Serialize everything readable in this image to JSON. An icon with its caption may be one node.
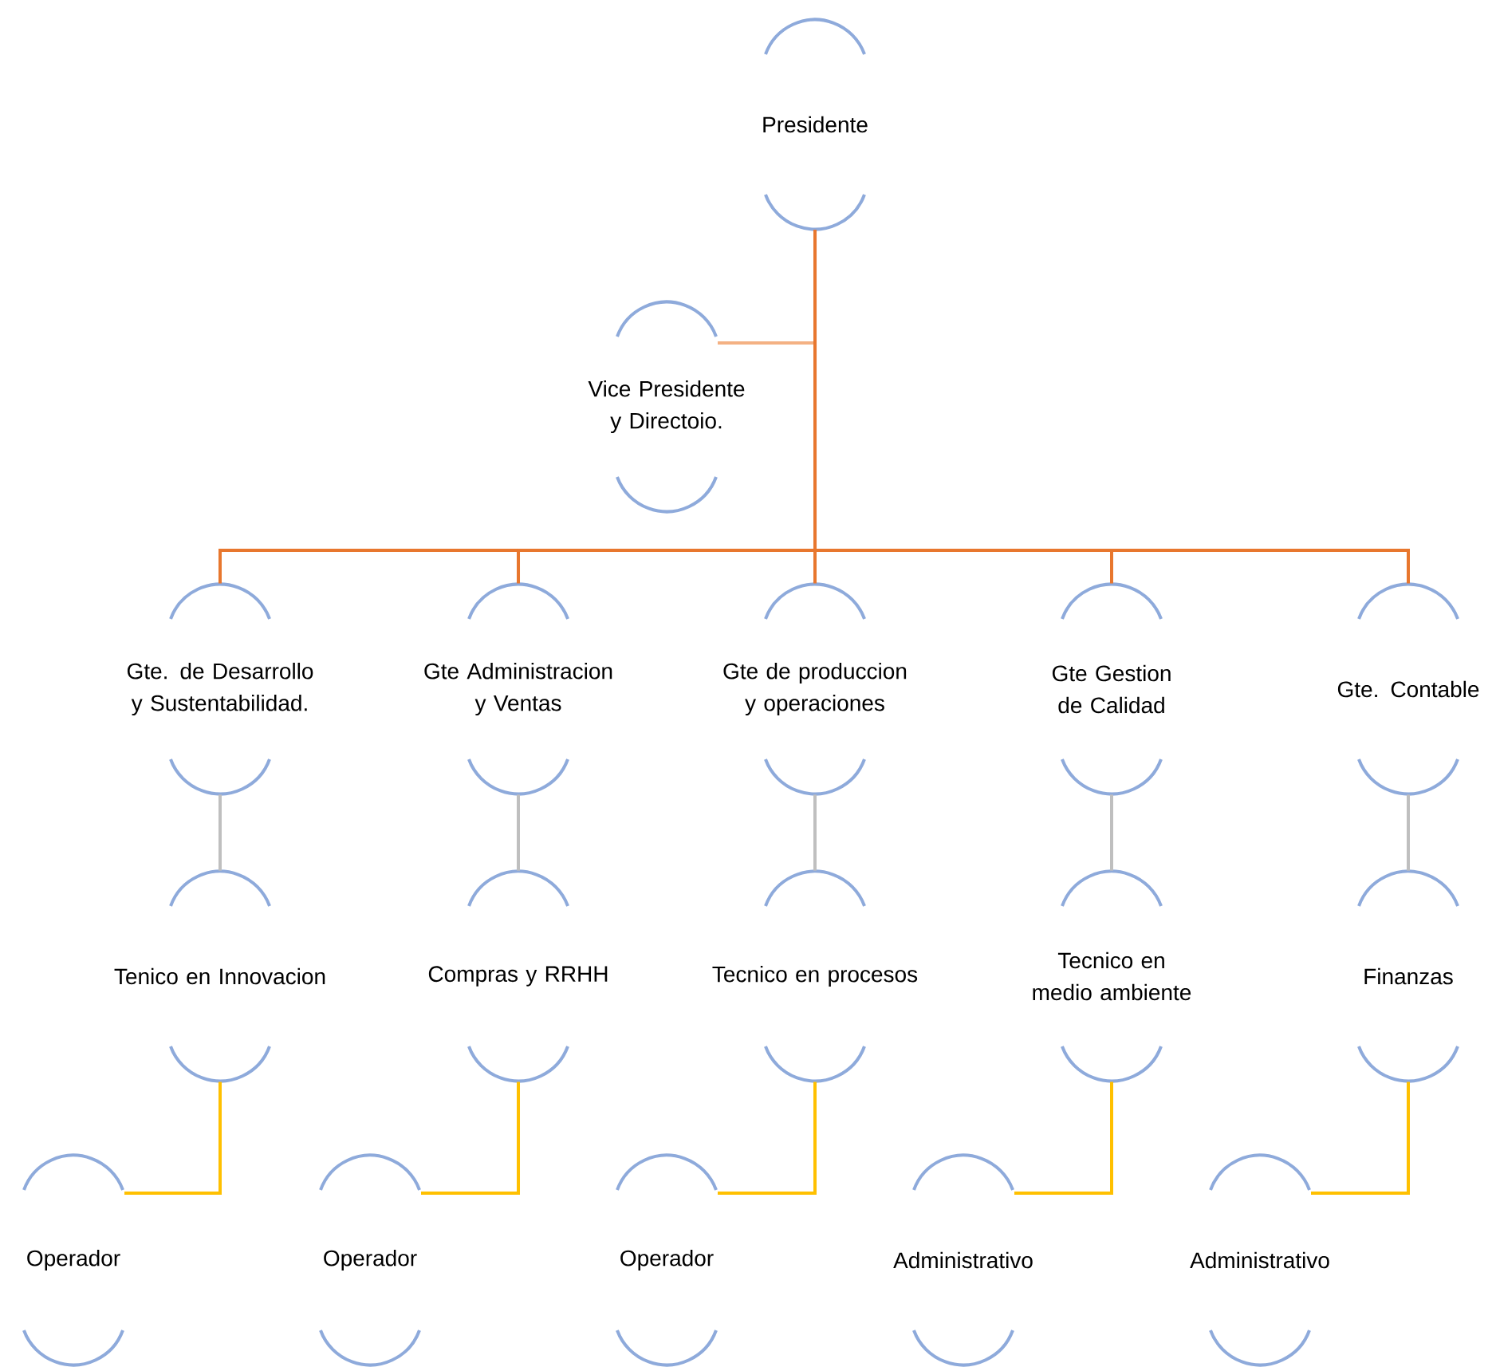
{
  "diagram": {
    "nodes": [
      {
        "text": [
          "Presidente"
        ]
      },
      {
        "text": [
          "Vice Presidente y Directoio."
        ]
      },
      {
        "text": [
          "Gte. de Desarrollo y Sustentabilidad."
        ]
      },
      {
        "text": [
          "Gte Administracion y Ventas"
        ]
      },
      {
        "text": [
          "Gte de produccion y operaciones"
        ]
      },
      {
        "text": [
          "Gte Gestion de Calidad"
        ]
      },
      {
        "text": [
          "Gte. Contable"
        ]
      },
      {
        "text": [
          "Tenico en Innovacion"
        ]
      },
      {
        "text": [
          "Compras y RRHH"
        ]
      },
      {
        "text": [
          "Tecnico en procesos"
        ]
      },
      {
        "text": [
          "Tecnico en medio ambiente"
        ]
      },
      {
        "text": [
          "Finanzas"
        ]
      },
      {
        "text": [
          "Operador"
        ]
      },
      {
        "text": [
          "Operador"
        ]
      },
      {
        "text": [
          "Operador"
        ]
      },
      {
        "text": [
          "Administrativo"
        ]
      },
      {
        "text": [
          "Administrativo"
        ]
      }
    ],
    "edges": [
      {
        "from": 0,
        "to": 1,
        "arrow": "none",
        "color": "#f4b183"
      },
      {
        "from": 0,
        "to": 2,
        "arrow": "none",
        "color": "#e8772e"
      },
      {
        "from": 0,
        "to": 3,
        "arrow": "none",
        "color": "#e8772e"
      },
      {
        "from": 0,
        "to": 4,
        "arrow": "none",
        "color": "#e8772e"
      },
      {
        "from": 0,
        "to": 5,
        "arrow": "none",
        "color": "#e8772e"
      },
      {
        "from": 0,
        "to": 6,
        "arrow": "none",
        "color": "#e8772e"
      },
      {
        "from": 2,
        "to": 7,
        "arrow": "none",
        "color": "#bfbfbf"
      },
      {
        "from": 3,
        "to": 8,
        "arrow": "none",
        "color": "#bfbfbf"
      },
      {
        "from": 4,
        "to": 9,
        "arrow": "none",
        "color": "#bfbfbf"
      },
      {
        "from": 5,
        "to": 10,
        "arrow": "none",
        "color": "#bfbfbf"
      },
      {
        "from": 6,
        "to": 11,
        "arrow": "none",
        "color": "#bfbfbf"
      },
      {
        "from": 7,
        "to": 12,
        "arrow": "none",
        "color": "#ffc000"
      },
      {
        "from": 8,
        "to": 13,
        "arrow": "none",
        "color": "#ffc000"
      },
      {
        "from": 9,
        "to": 14,
        "arrow": "none",
        "color": "#ffc000"
      },
      {
        "from": 10,
        "to": 15,
        "arrow": "none",
        "color": "#ffc000"
      },
      {
        "from": 11,
        "to": 16,
        "arrow": "none",
        "color": "#ffc000"
      }
    ]
  }
}
